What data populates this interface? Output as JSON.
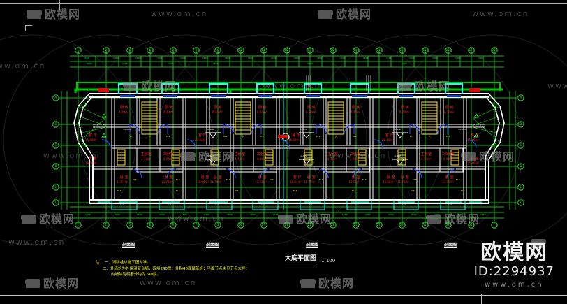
{
  "document": {
    "type": "cad-floor-plan",
    "drawing_title": "大底平面图",
    "scale": "1:100",
    "background_color": "#000000"
  },
  "watermark": {
    "brand_cn": "欧模网",
    "url": "www.om.cn",
    "id_label": "ID:2294937",
    "logo_icon": "sofa-icon",
    "color": "#7d7d7d"
  },
  "notes": {
    "line1": "注： 一、消防栓以施工图为准。",
    "line2": "二、外墙均为外保温复合墙，砖墙240厚；外贴40厚聚苯板；平面节点未见节点大样；",
    "line3": "内墙除注明者外均为240厚。"
  },
  "section_labels": [
    "剖面图",
    "剖面图",
    "剖面图",
    "剖面图"
  ],
  "axes": {
    "top_grid": [
      "1",
      "2",
      "4",
      "6",
      "8",
      "9",
      "10",
      "13",
      "14",
      "16",
      "17",
      "18",
      "19",
      "21",
      "23",
      "25",
      "26",
      "27",
      "28",
      "29",
      "30",
      "31",
      "33",
      "34"
    ],
    "bottom_grid": [
      "1",
      "2",
      "5",
      "8",
      "9",
      "11",
      "13",
      "16",
      "17",
      "19",
      "21",
      "23",
      "25",
      "27",
      "29",
      "31",
      "33",
      "34"
    ],
    "left_grid": [
      "A",
      "B",
      "C",
      "D",
      "E",
      "F"
    ],
    "right_grid": [
      "A",
      "B",
      "C",
      "D",
      "E",
      "F"
    ],
    "dim_strings_top": [
      "1500",
      "2400",
      "1800",
      "3300",
      "2400",
      "1800",
      "3600",
      "1500",
      "2100",
      "3000",
      "1800",
      "2400",
      "3600",
      "1500",
      "2400",
      "3300",
      "1800",
      "2400",
      "3000",
      "1500",
      "2400",
      "1800",
      "3600",
      "2100"
    ],
    "dim_strings_bottom": [
      "1200",
      "2700",
      "1500",
      "3300",
      "1800",
      "2400",
      "3600",
      "1500",
      "2100",
      "2400",
      "3000",
      "1800",
      "2400",
      "3300",
      "1500",
      "2400",
      "3600",
      "1800"
    ]
  },
  "rooms": [
    {
      "label": "客 厅",
      "area": "15.46m²"
    },
    {
      "label": "卧 室",
      "area": "18.50m²"
    },
    {
      "label": "卧 室",
      "area": "11.77m²"
    },
    {
      "label": "卧 室",
      "area": "13.73m²"
    },
    {
      "label": "卧 室",
      "area": "16.00m²"
    },
    {
      "label": "主卧室",
      "area": "4.74m²"
    },
    {
      "label": "次卧室",
      "area": "4.04m²"
    },
    {
      "label": "厨 房",
      "area": "6.20m²"
    },
    {
      "label": "客 厅",
      "area": "20.44m²"
    },
    {
      "label": "餐 厅",
      "area": "16.00m²"
    },
    {
      "label": "卧 室",
      "area": "11.75m²"
    },
    {
      "label": "卧 室",
      "area": "13.73m²"
    },
    {
      "label": "客 厅",
      "area": "16.04m²"
    },
    {
      "label": "卧 室",
      "area": "15.46m²"
    }
  ],
  "tags": {
    "window_tags": [
      "C-1",
      "C-2",
      "C-3",
      "C-4"
    ],
    "door_tags": [
      "M-1",
      "M-2",
      "M-3",
      "M-4"
    ],
    "elev_tags": [
      "±0.000",
      "-0.450",
      "-0.020"
    ],
    "stair_note": "上"
  },
  "colors": {
    "wall": "#ffffff",
    "axis": "#19c419",
    "axis_bright": "#19ff19",
    "room_text": "#ff2a2a",
    "stair": "#ffff19",
    "window": "#19ffff",
    "door_swing": "#1a4fff",
    "note_text": "#ffff20",
    "outline_green": "#00c800"
  }
}
